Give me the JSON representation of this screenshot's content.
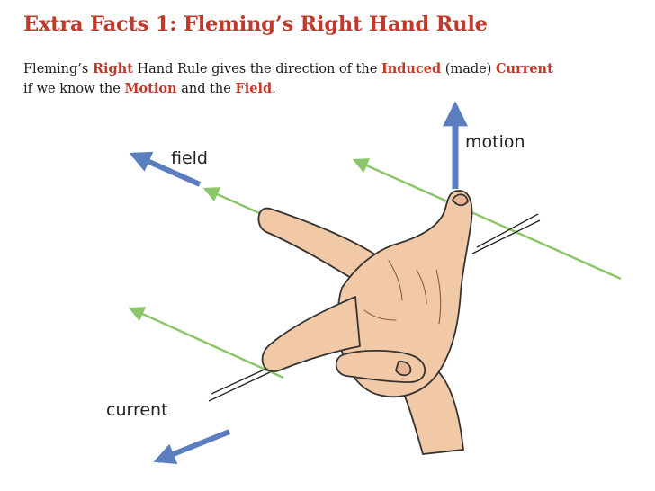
{
  "title": "Extra Facts 1: Fleming’s Right Hand Rule",
  "description": {
    "line1": [
      {
        "text": "Fleming’s ",
        "em": false
      },
      {
        "text": "Right",
        "em": true
      },
      {
        "text": " Hand Rule gives the direction of the ",
        "em": false
      },
      {
        "text": "Induced",
        "em": true
      },
      {
        "text": " (made) ",
        "em": false
      },
      {
        "text": "Current",
        "em": true
      }
    ],
    "line2": [
      {
        "text": "if we know the ",
        "em": false
      },
      {
        "text": "Motion",
        "em": true
      },
      {
        "text": " and the ",
        "em": false
      },
      {
        "text": "Field",
        "em": true
      },
      {
        "text": ".",
        "em": false
      }
    ]
  },
  "diagram": {
    "labels": {
      "field": "field",
      "motion": "motion",
      "current": "current"
    },
    "colors": {
      "title": "#c0392b",
      "highlight": "#c0392b",
      "field_lines": "#8cc66a",
      "direction_arrows": "#5b7fbe",
      "skin": "#f2c9a6",
      "outline": "#333333"
    }
  }
}
